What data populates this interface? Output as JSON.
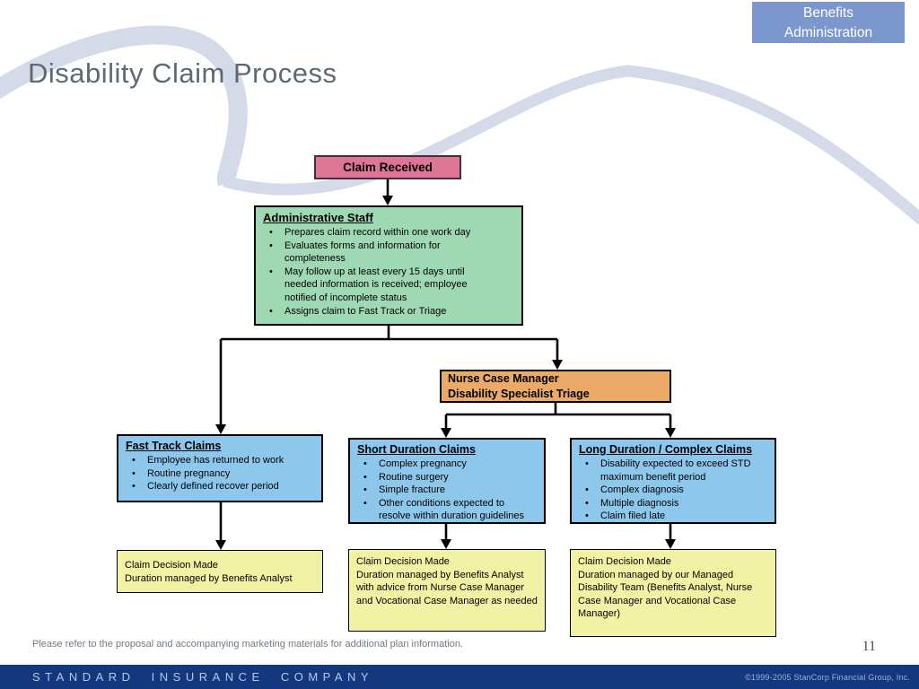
{
  "slide": {
    "title": "Disability Claim Process",
    "corner_tag_line1": "Benefits",
    "corner_tag_line2": "Administration"
  },
  "flowchart": {
    "claim_received": {
      "label": "Claim Received"
    },
    "admin_staff": {
      "title": "Administrative Staff",
      "bullets": [
        "Prepares claim record within one work day",
        "Evaluates forms and information for completeness",
        "May follow up at least every 15 days until needed information is received; employee notified of incomplete status",
        "Assigns claim to Fast Track or Triage"
      ]
    },
    "nurse_triage": {
      "line1": "Nurse Case Manager",
      "line2": "Disability Specialist Triage"
    },
    "fast_track": {
      "title": "Fast Track Claims",
      "bullets": [
        "Employee has returned to work",
        "Routine pregnancy",
        "Clearly defined recover period"
      ]
    },
    "short_duration": {
      "title": "Short Duration Claims",
      "bullets": [
        "Complex pregnancy",
        "Routine surgery",
        "Simple fracture",
        "Other conditions expected to resolve within duration guidelines"
      ]
    },
    "long_duration": {
      "title": "Long Duration / Complex Claims",
      "bullets": [
        "Disability expected to exceed STD maximum benefit period",
        "Complex diagnosis",
        "Multiple diagnosis",
        "Claim filed late"
      ]
    },
    "decision_fast": {
      "line1": "Claim Decision Made",
      "line2": "Duration managed by Benefits Analyst"
    },
    "decision_short": {
      "line1": "Claim Decision Made",
      "line2": "Duration managed by Benefits Analyst with advice from Nurse Case Manager and Vocational Case Manager as needed"
    },
    "decision_long": {
      "line1": "Claim Decision Made",
      "line2": "Duration managed by our Managed Disability Team (Benefits Analyst, Nurse Case Manager and Vocational Case Manager)"
    }
  },
  "footer": {
    "note": "Please refer to the proposal and accompanying marketing materials for additional plan information.",
    "page_number": "11",
    "company_name": "STANDARD INSURANCE COMPANY",
    "copyright": "©1999-2005 StanCorp Financial Group, Inc."
  },
  "colors": {
    "claim_received_fill": "#dd7596",
    "admin_staff_fill": "#9fd9b4",
    "nurse_triage_fill": "#ecaa68",
    "claims_fill": "#8ec7ec",
    "decision_fill": "#f1f2a3",
    "corner_tag_fill": "#7b97cd",
    "footer_bar_fill": "#14387f",
    "title_color": "#5d6a74",
    "swoosh_color": "#d4dae8",
    "connector_color": "#000000"
  }
}
